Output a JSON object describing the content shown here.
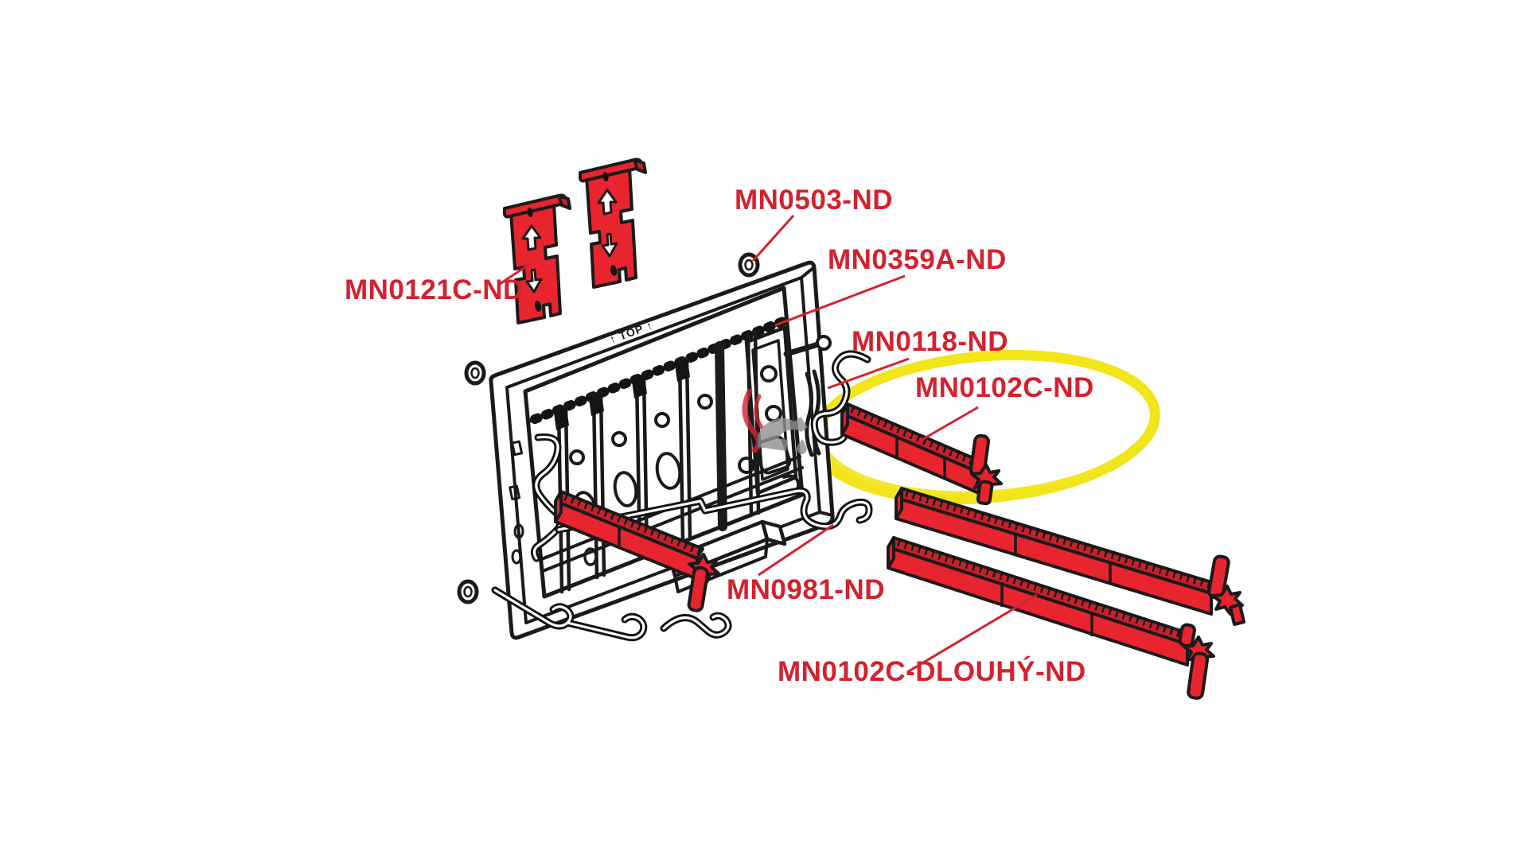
{
  "diagram": {
    "type": "exploded-spare-parts-diagram",
    "subject": "concealed cistern mounting frame with spare part numbers",
    "frame_marking": "↑ TOP ↑",
    "highlighted_part": "MN0102C-ND",
    "colors": {
      "label_red": "#d4212e",
      "part_red": "#e8242f",
      "part_red_dark": "#c8202b",
      "highlight_yellow": "#f2e41b",
      "line_black": "#1a1a1a"
    },
    "labels": [
      {
        "id": "mn0121c-nd",
        "text": "MN0121C-ND"
      },
      {
        "id": "mn0503-nd",
        "text": "MN0503-ND"
      },
      {
        "id": "mn0359a-nd",
        "text": "MN0359A-ND"
      },
      {
        "id": "mn0118-nd",
        "text": "MN0118-ND"
      },
      {
        "id": "mn0102c-nd",
        "text": "MN0102C-ND",
        "highlighted": true
      },
      {
        "id": "mn0981-nd",
        "text": "MN0981-ND"
      },
      {
        "id": "mn0102c-dlouhy-nd",
        "text": "MN0102C-DLOUHÝ-ND"
      }
    ]
  }
}
